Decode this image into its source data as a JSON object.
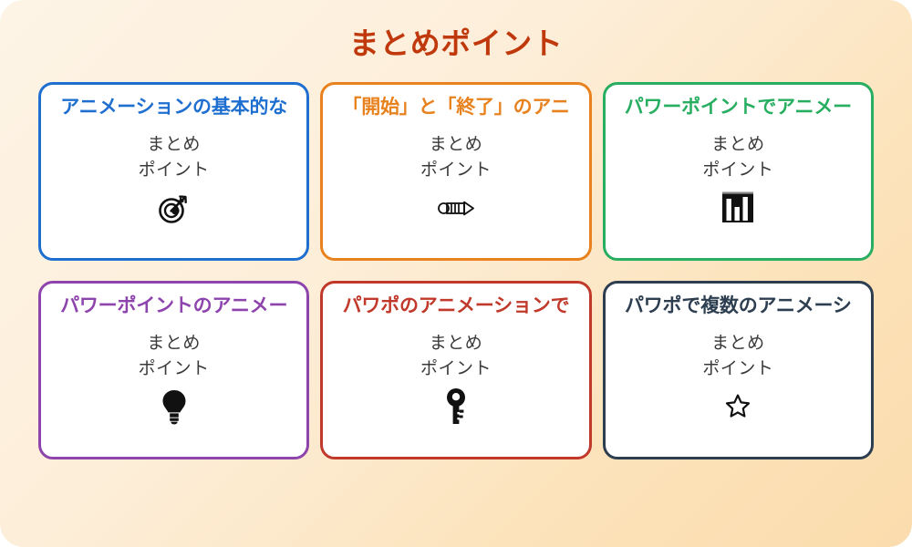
{
  "page": {
    "title": "まとめポイント",
    "title_color": "#c0390d",
    "background_from": "#fdf4e6",
    "background_to": "#fbdcad"
  },
  "cards": [
    {
      "title": "アニメーションの基本的な",
      "body_line1": "まとめ",
      "body_line2": "ポイント",
      "icon": "target-arrow-icon",
      "color": "#1f6fd0"
    },
    {
      "title": "「開始」と「終了」のアニ",
      "body_line1": "まとめ",
      "body_line2": "ポイント",
      "icon": "pencil-icon",
      "color": "#e8821e"
    },
    {
      "title": "パワーポイントでアニメー",
      "body_line1": "まとめ",
      "body_line2": "ポイント",
      "icon": "bar-chart-icon",
      "color": "#27ae60"
    },
    {
      "title": "パワーポイントのアニメー",
      "body_line1": "まとめ",
      "body_line2": "ポイント",
      "icon": "lightbulb-icon",
      "color": "#8e44ad"
    },
    {
      "title": "パワポのアニメーションで",
      "body_line1": "まとめ",
      "body_line2": "ポイント",
      "icon": "key-icon",
      "color": "#c0392b"
    },
    {
      "title": "パワポで複数のアニメーシ",
      "body_line1": "まとめ",
      "body_line2": "ポイント",
      "icon": "star-outline-icon",
      "color": "#2c3e50"
    }
  ]
}
